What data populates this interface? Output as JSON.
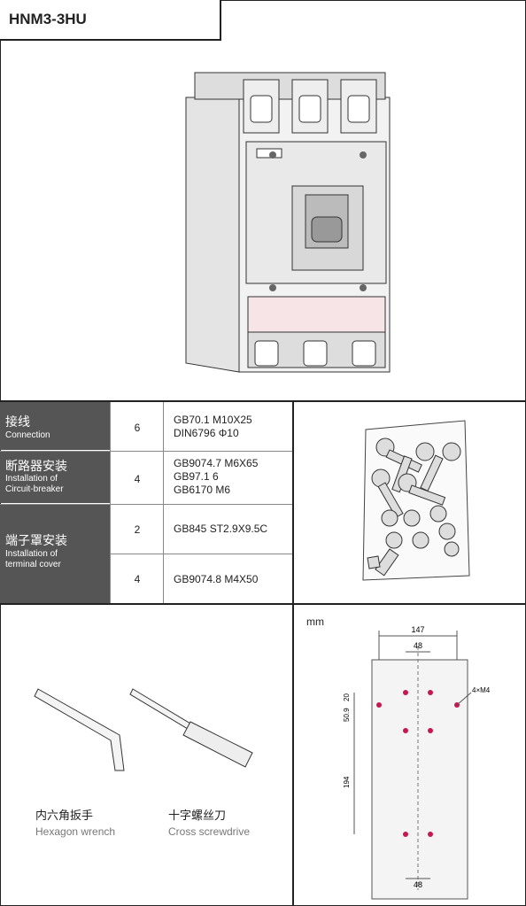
{
  "title": "HNM3-3HU",
  "table": {
    "rows": [
      {
        "zh": "接线",
        "en": "Connection",
        "qty": "6",
        "spec": [
          "GB70.1 M10X25",
          "DIN6796 Φ10"
        ]
      },
      {
        "zh": "断路器安装",
        "en": "Installation of\nCircuit-breaker",
        "qty": "4",
        "spec": [
          "GB9074.7 M6X65",
          "GB97.1 6",
          "GB6170 M6"
        ]
      },
      {
        "zh": "端子罩安装",
        "en": "Installation of\nterminal cover",
        "qty_a": "2",
        "spec_a": "GB845 ST2.9X9.5C",
        "qty_b": "4",
        "spec_b": "GB9074.8 M4X50"
      }
    ]
  },
  "tools": {
    "wrench_zh": "内六角扳手",
    "wrench_en": "Hexagon wrench",
    "screwdriver_zh": "十字螺丝刀",
    "screwdriver_en": "Cross screwdrive"
  },
  "drawing": {
    "unit": "mm",
    "dim_147": "147",
    "dim_48_top": "48",
    "dim_48_bottom": "48",
    "dim_20": "20",
    "dim_50_9": "50.9",
    "dim_194": "194",
    "hole_note": "4×M4"
  },
  "colors": {
    "header_cell": "#555555",
    "hole": "#c8174f",
    "pink_panel": "#f6e4e6"
  }
}
